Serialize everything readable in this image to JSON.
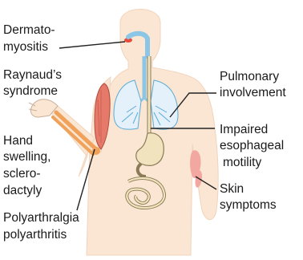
{
  "labels": {
    "dermatomyositis_1": "Dermato-",
    "dermatomyositis_2": "myositis",
    "raynaud_1": "Raynaud’s",
    "raynaud_2": "syndrome",
    "hand_1": "Hand",
    "hand_2": "swelling,",
    "hand_3": "sclero-",
    "hand_4": "dactyly",
    "polyarthralgia_1": "Polyarthralgia",
    "polyarthralgia_2": "polyarthritis",
    "pulmonary_1": "Pulmonary",
    "pulmonary_2": "involvement",
    "esophageal_1": "Impaired",
    "esophageal_2": "esophageal",
    "esophageal_3": "motility",
    "skin_1": "Skin",
    "skin_2": "symptoms"
  },
  "colors": {
    "body": "#fbe6d3",
    "lung_fill": "#e4f1fb",
    "lung_line": "#5aaad6",
    "airway": "#8cc6e6",
    "gi_fill": "#f1e3bd",
    "gi_line": "#8a7a55",
    "muscle": "#e67a6a",
    "bone": "#f0a25a",
    "skin_patch": "#f2a8a0",
    "mouth": "#e84a3c",
    "leader": "#222222"
  }
}
